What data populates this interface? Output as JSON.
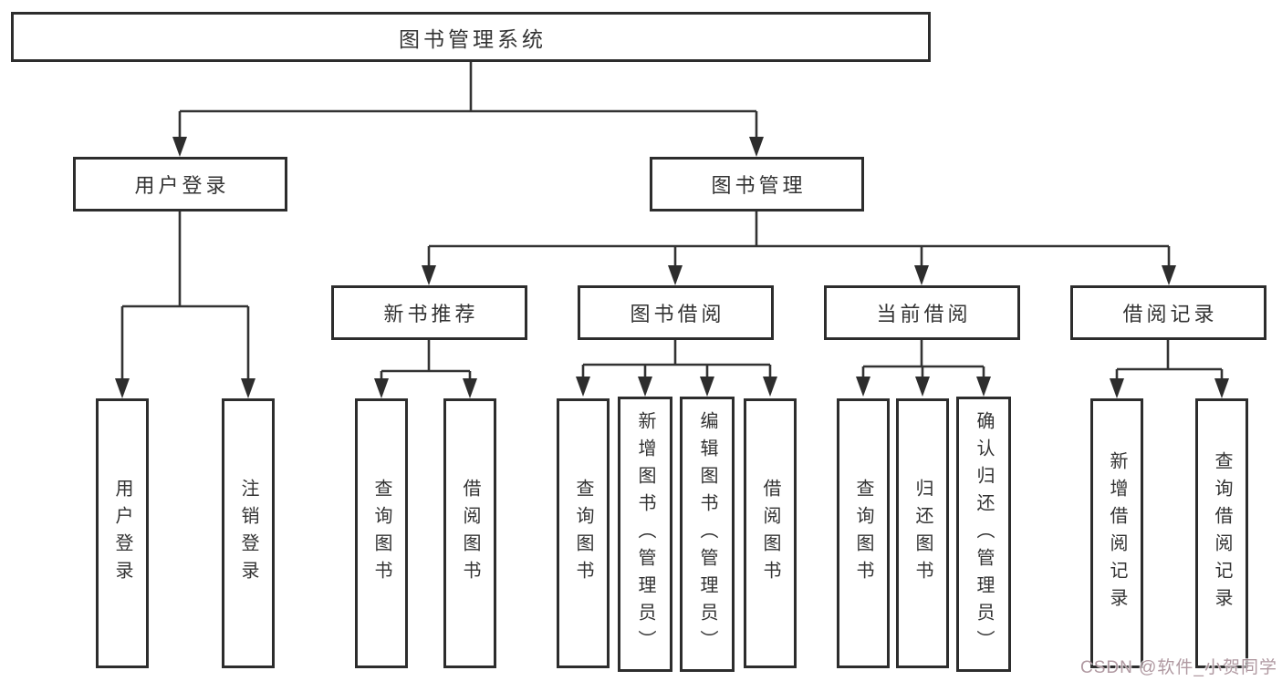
{
  "diagram": {
    "type": "tree",
    "root": {
      "label": "图书管理系统",
      "children": [
        {
          "label": "用户登录",
          "children": [
            {
              "label": "用户登录"
            },
            {
              "label": "注销登录"
            }
          ]
        },
        {
          "label": "图书管理",
          "children": [
            {
              "label": "新书推荐",
              "children": [
                {
                  "label": "查询图书"
                },
                {
                  "label": "借阅图书"
                }
              ]
            },
            {
              "label": "图书借阅",
              "children": [
                {
                  "label": "查询图书"
                },
                {
                  "label": "新增图书（管理员）"
                },
                {
                  "label": "编辑图书（管理员）"
                },
                {
                  "label": "借阅图书"
                }
              ]
            },
            {
              "label": "当前借阅",
              "children": [
                {
                  "label": "查询图书"
                },
                {
                  "label": "归还图书"
                },
                {
                  "label": "确认归还（管理员）"
                }
              ]
            },
            {
              "label": "借阅记录",
              "children": [
                {
                  "label": "新增借阅记录"
                },
                {
                  "label": "查询借阅记录"
                }
              ]
            }
          ]
        }
      ]
    }
  },
  "watermark": {
    "text": "CSDN @软件_小贺同学"
  },
  "colors": {
    "line": "#333333",
    "box_border": "#2d2d2d",
    "text": "#333333",
    "background": "#ffffff",
    "watermark_text": "#ac949c"
  }
}
